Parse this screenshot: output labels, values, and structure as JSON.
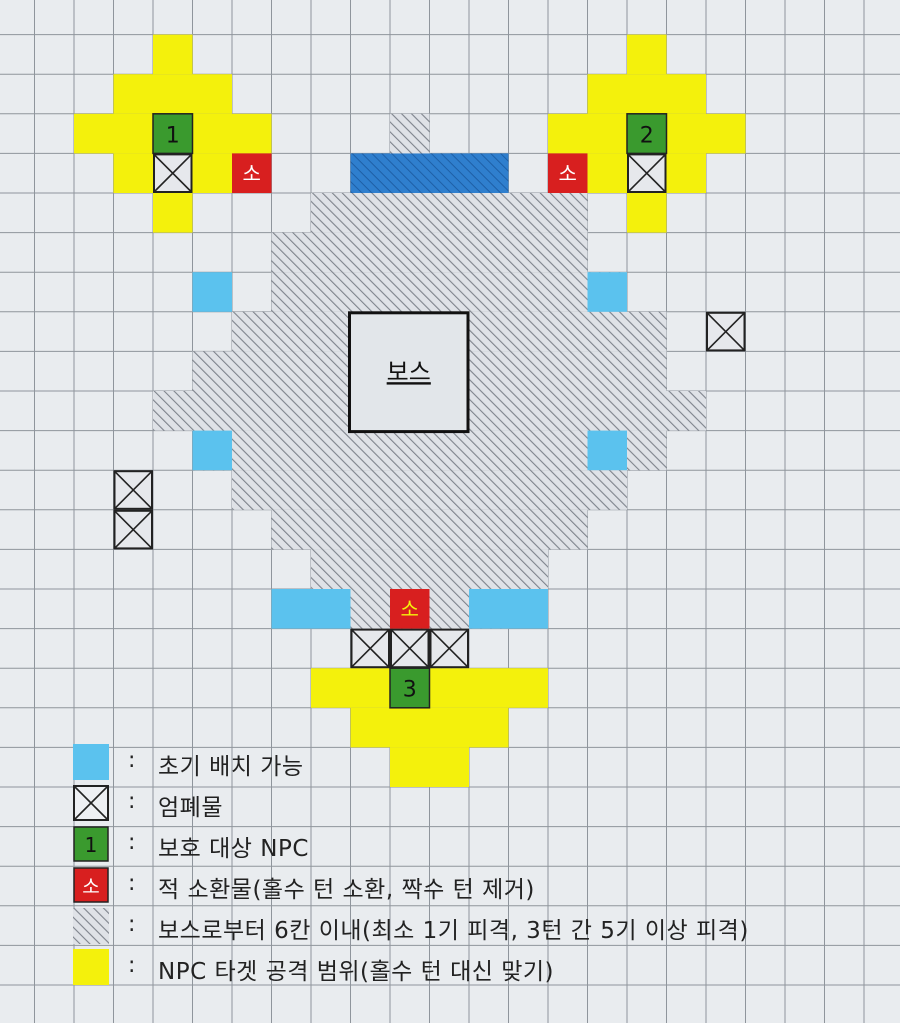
{
  "colors": {
    "background": "#e9ecef",
    "grid_line": "#8f959c",
    "placement": "#5bc2ee",
    "placement_dark": "#2f7fce",
    "obstacle_fill": "#e6e8ec",
    "npc": "#3a9a2e",
    "summon": "#d81f1f",
    "hatch": "#8a8f98",
    "attack_range": "#f4f10c"
  },
  "board": {
    "boss_label": "보스",
    "summon_label": "소",
    "npcs": [
      {
        "label": "1"
      },
      {
        "label": "2"
      },
      {
        "label": "3"
      }
    ]
  },
  "legend": [
    {
      "icon": "placement-swatch",
      "separator": ":",
      "text": "초기 배치 가능"
    },
    {
      "icon": "obstacle-swatch",
      "separator": ":",
      "text": "엄폐물"
    },
    {
      "icon": "npc-swatch",
      "swatch_label": "1",
      "separator": ":",
      "text": "보호 대상 NPC"
    },
    {
      "icon": "summon-swatch",
      "swatch_label": "소",
      "separator": ":",
      "text": "적 소환물(홀수 턴 소환, 짝수 턴 제거)"
    },
    {
      "icon": "hatch-swatch",
      "separator": ":",
      "text": "보스로부터 6칸 이내(최소 1기 피격, 3턴 간 5기 이상 피격)"
    },
    {
      "icon": "attack-range-swatch",
      "separator": ":",
      "text": "NPC 타겟 공격 범위(홀수 턴 대신 맞기)"
    }
  ]
}
